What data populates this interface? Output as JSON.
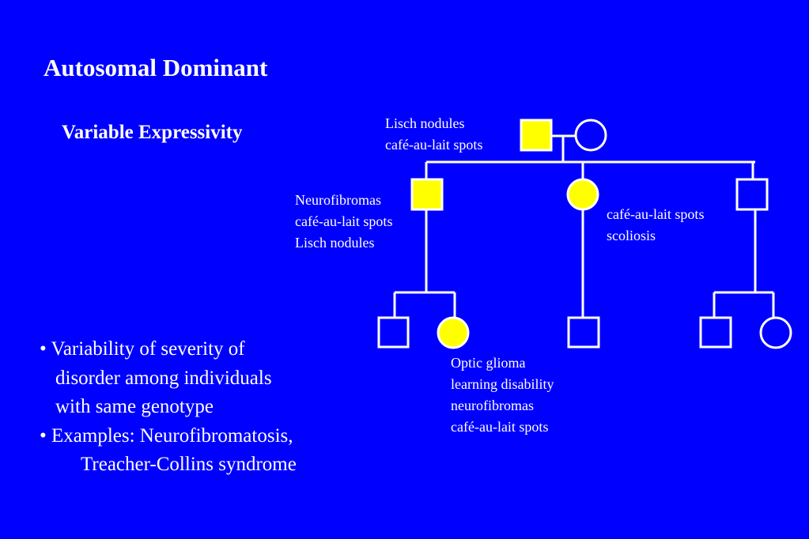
{
  "title": "Autosomal Dominant",
  "subtitle": "Variable Expressivity",
  "bullets": [
    {
      "lines": [
        "• Variability of severity of",
        "disorder among individuals",
        "with same genotype"
      ]
    },
    {
      "lines": [
        "• Examples:  Neurofibromatosis,",
        "Treacher-Collins syndrome"
      ]
    }
  ],
  "pedigree": {
    "colors": {
      "background": "#0000ff",
      "line": "#ffffff",
      "affected": "#ffff00"
    },
    "individuals": [
      {
        "id": "gen1-father",
        "sex": "male",
        "affected": true,
        "symptoms": [
          "Lisch nodules",
          "café-au-lait spots"
        ]
      },
      {
        "id": "gen1-mother",
        "sex": "female",
        "affected": false,
        "symptoms": []
      },
      {
        "id": "gen2-son-1",
        "sex": "male",
        "affected": true,
        "symptoms": [
          "Neurofibromas",
          "café-au-lait spots",
          "Lisch nodules"
        ]
      },
      {
        "id": "gen2-daughter",
        "sex": "female",
        "affected": true,
        "symptoms": [
          "café-au-lait spots",
          "scoliosis"
        ]
      },
      {
        "id": "gen2-son-2",
        "sex": "male",
        "affected": false,
        "symptoms": []
      },
      {
        "id": "gen3-son-1",
        "sex": "male",
        "affected": false,
        "symptoms": []
      },
      {
        "id": "gen3-daughter-1",
        "sex": "female",
        "affected": true,
        "symptoms": [
          "Optic glioma",
          "learning disability",
          "neurofibromas",
          "café-au-lait spots"
        ]
      },
      {
        "id": "gen3-son-2",
        "sex": "male",
        "affected": false,
        "symptoms": []
      },
      {
        "id": "gen3-son-3",
        "sex": "male",
        "affected": false,
        "symptoms": []
      },
      {
        "id": "gen3-daughter-2",
        "sex": "female",
        "affected": false,
        "symptoms": []
      }
    ]
  }
}
